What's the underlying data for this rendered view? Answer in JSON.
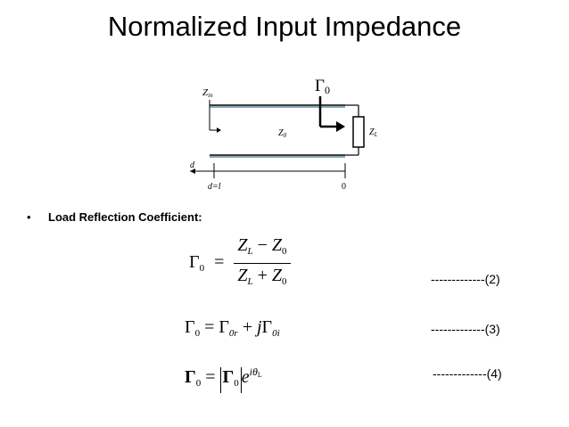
{
  "slide": {
    "title": "Normalized Input Impedance",
    "bullet": "Load Reflection Coefficient:"
  },
  "diagram": {
    "gamma_label": "Γ",
    "gamma_sub": "0",
    "zin_label": "Z",
    "zin_sub": "in",
    "z0_label": "Z",
    "z0_sub": "0",
    "zl_label": "Z",
    "zl_sub": "L",
    "d_label": "d",
    "dl_label": "d=l",
    "zero_label": "0"
  },
  "equations": {
    "eq2": {
      "lhs": "Γ",
      "lhs_sub": "0",
      "equals": "=",
      "num_z1": "Z",
      "num_s1": "L",
      "num_op": " − ",
      "num_z2": "Z",
      "num_s2": "0",
      "den_z1": "Z",
      "den_s1": "L",
      "den_op": " + ",
      "den_z2": "Z",
      "den_s2": "0",
      "label": "-------------(2)"
    },
    "eq3": {
      "lhs": "Γ",
      "lhs_sub": "0",
      "equals": " = ",
      "t1": "Γ",
      "t1_sub": "0r",
      "plus": " + ",
      "j": "j",
      "t2": "Γ",
      "t2_sub": "0i",
      "label": "-------------(3)"
    },
    "eq4": {
      "lhs": "Γ",
      "lhs_sub": "0",
      "equals": " = ",
      "abs": "Γ",
      "abs_sub": "0",
      "e": "e",
      "exp": "iθ",
      "exp_sub": "L",
      "label": "-------------(4)"
    }
  }
}
